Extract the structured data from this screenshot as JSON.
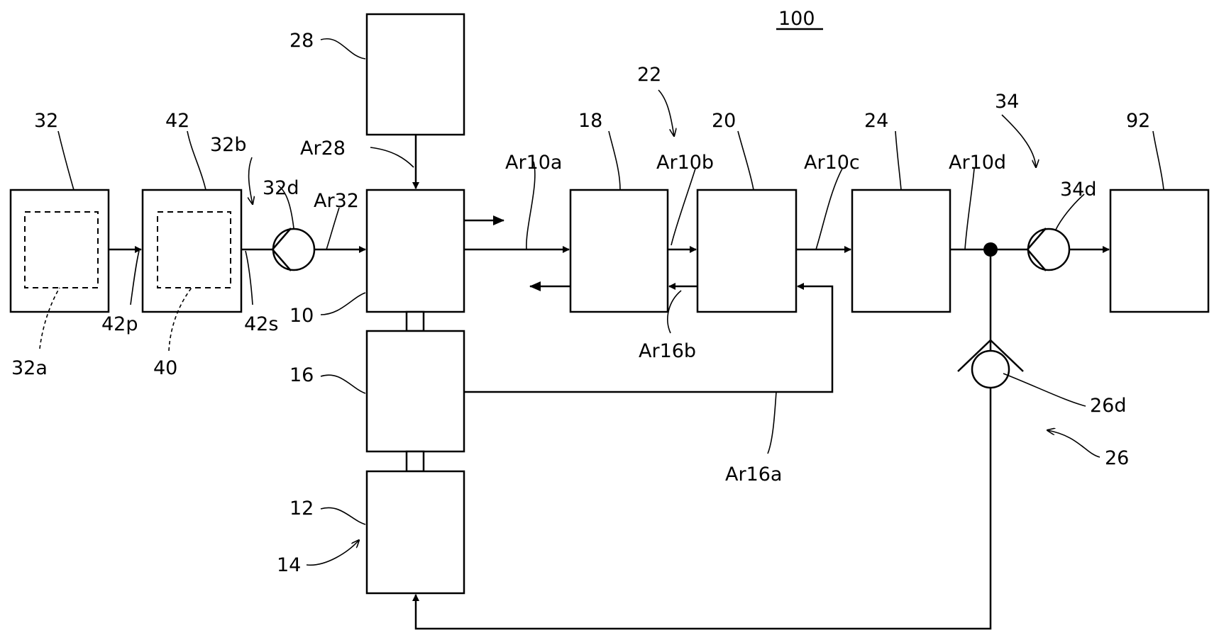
{
  "figure": {
    "reference": "100",
    "labels": {
      "l10": "10",
      "l12": "12",
      "l14": "14",
      "l16": "16",
      "l18": "18",
      "l20": "20",
      "l22": "22",
      "l24": "24",
      "l26": "26",
      "l26d": "26d",
      "l28": "28",
      "l32": "32",
      "l32a": "32a",
      "l32b": "32b",
      "l32d": "32d",
      "l34": "34",
      "l34d": "34d",
      "l40": "40",
      "l42": "42",
      "l42p": "42p",
      "l42s": "42s",
      "l92": "92",
      "ar28": "Ar28",
      "ar32": "Ar32",
      "ar10a": "Ar10a",
      "ar10b": "Ar10b",
      "ar10c": "Ar10c",
      "ar10d": "Ar10d",
      "ar16a": "Ar16a",
      "ar16b": "Ar16b"
    }
  }
}
